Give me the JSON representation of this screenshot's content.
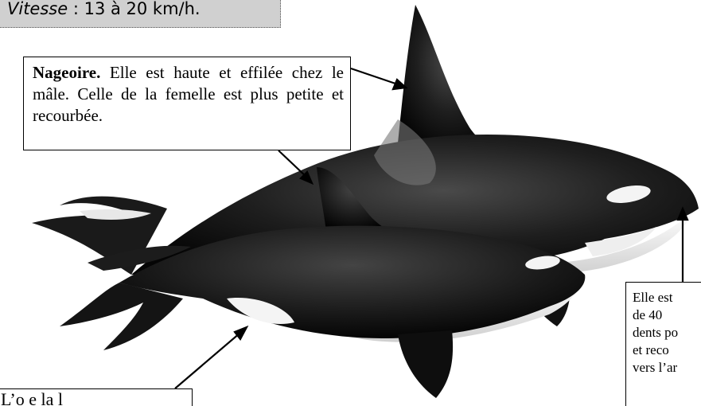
{
  "speed": {
    "label": "Vitesse",
    "value": " : 13 à 20 km/h."
  },
  "nageoire_callout": {
    "title": "Nageoire.",
    "text": " Elle est haute et effilée chez le mâle. Celle de la femelle est plus petite et recourbée."
  },
  "dents_callout": {
    "lines": [
      "Elle est",
      "de  40",
      "dents po",
      "et  reco",
      "vers l’ar"
    ]
  },
  "bottom_callout": {
    "text": "L’o     e  la  l"
  },
  "colors": {
    "whale_dark": "#1a1a1a",
    "whale_white": "#f2f2f2",
    "speed_bg": "#d0d0d0"
  }
}
